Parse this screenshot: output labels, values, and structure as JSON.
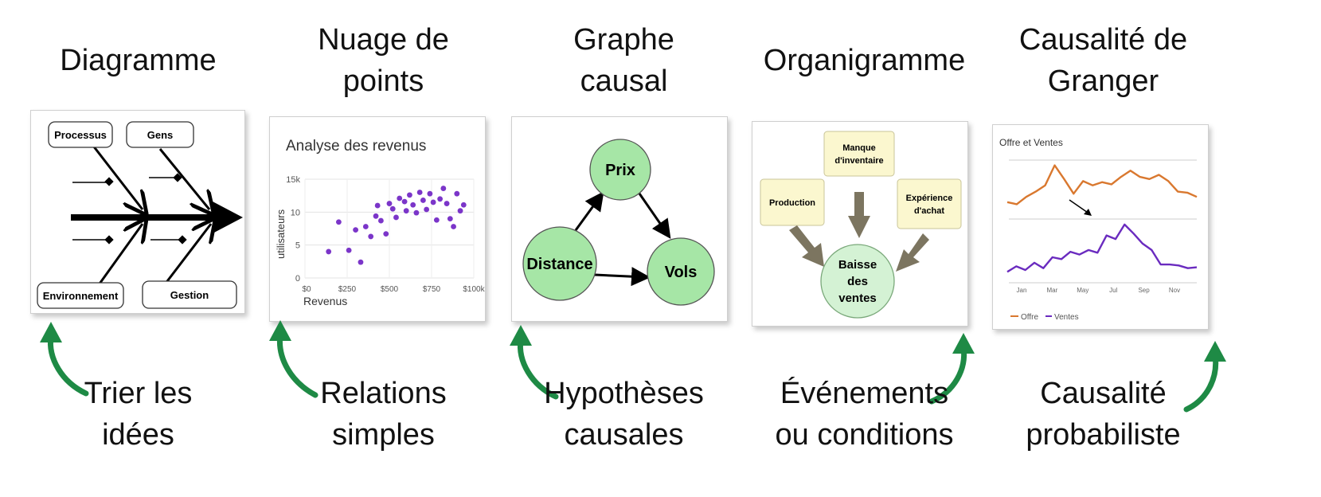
{
  "columns": [
    {
      "title": [
        "Diagramme"
      ],
      "caption": [
        "Trier les",
        "idées"
      ],
      "fishbone": {
        "labels": [
          "Processus",
          "Gens",
          "Environnement",
          "Gestion"
        ]
      }
    },
    {
      "title": [
        "Nuage de",
        "points"
      ],
      "caption": [
        "Relations",
        "simples"
      ],
      "chart_data": {
        "type": "scatter",
        "title": "Analyse des revenus",
        "xlabel": "Revenus",
        "ylabel": "utilisateurs",
        "xlim": [
          0,
          1000
        ],
        "ylim": [
          0,
          15
        ],
        "xticks": [
          "$0",
          "$250",
          "$500",
          "$750",
          "$100k"
        ],
        "yticks": [
          "0",
          "5",
          "10",
          "15k"
        ],
        "color": "#7b35c9",
        "x": [
          140,
          200,
          260,
          300,
          330,
          360,
          390,
          420,
          430,
          450,
          480,
          500,
          520,
          540,
          560,
          590,
          600,
          620,
          640,
          660,
          680,
          700,
          720,
          740,
          760,
          780,
          800,
          820,
          840,
          860,
          880,
          900,
          920,
          940
        ],
        "y": [
          4,
          8.5,
          4.2,
          7.3,
          2.4,
          7.8,
          6.3,
          9.4,
          11,
          8.7,
          6.7,
          11.3,
          10.5,
          9.2,
          12.1,
          11.6,
          10.2,
          12.6,
          11.1,
          9.9,
          13,
          11.8,
          10.4,
          12.8,
          11.5,
          8.8,
          12,
          13.6,
          11.3,
          9,
          7.8,
          12.8,
          10.2,
          11.1
        ]
      }
    },
    {
      "title": [
        "Graphe",
        "causal"
      ],
      "caption": [
        "Hypothèses",
        "causales"
      ],
      "nodes": [
        "Prix",
        "Distance",
        "Vols"
      ],
      "node_color": "#a6e6a6"
    },
    {
      "title": [
        "Organigramme"
      ],
      "caption": [
        "Événements",
        "ou conditions"
      ],
      "boxes": [
        "Manque",
        "d'inventaire",
        "Production",
        "Expérience",
        "d'achat"
      ],
      "result": [
        "Baisse",
        "des",
        "ventes"
      ]
    },
    {
      "title": [
        "Causalité de",
        "Granger"
      ],
      "caption": [
        "Causalité",
        "probabiliste"
      ],
      "chart_data": {
        "type": "line",
        "title": "Offre et Ventes",
        "categories": [
          "Jan",
          "Mar",
          "May",
          "Jul",
          "Sep",
          "Nov"
        ],
        "series": [
          {
            "name": "Offre",
            "color": "#d9782f",
            "values": [
              6,
              5.8,
              6.5,
              7,
              7.6,
              9.5,
              8.2,
              6.8,
              8,
              7.6,
              7.9,
              7.7,
              8.4,
              9,
              8.4,
              8.2,
              8.6,
              8,
              7,
              6.9,
              6.5
            ]
          },
          {
            "name": "Ventes",
            "color": "#6a2bbf",
            "values": [
              1.2,
              1.8,
              1.4,
              2.2,
              1.6,
              2.8,
              2.6,
              3.4,
              3.1,
              3.6,
              3.3,
              5.2,
              4.8,
              6.4,
              5.4,
              4.3,
              3.6,
              2,
              2,
              1.9,
              1.6,
              1.7
            ]
          }
        ]
      }
    }
  ],
  "arrow_color": "#1e8a45"
}
